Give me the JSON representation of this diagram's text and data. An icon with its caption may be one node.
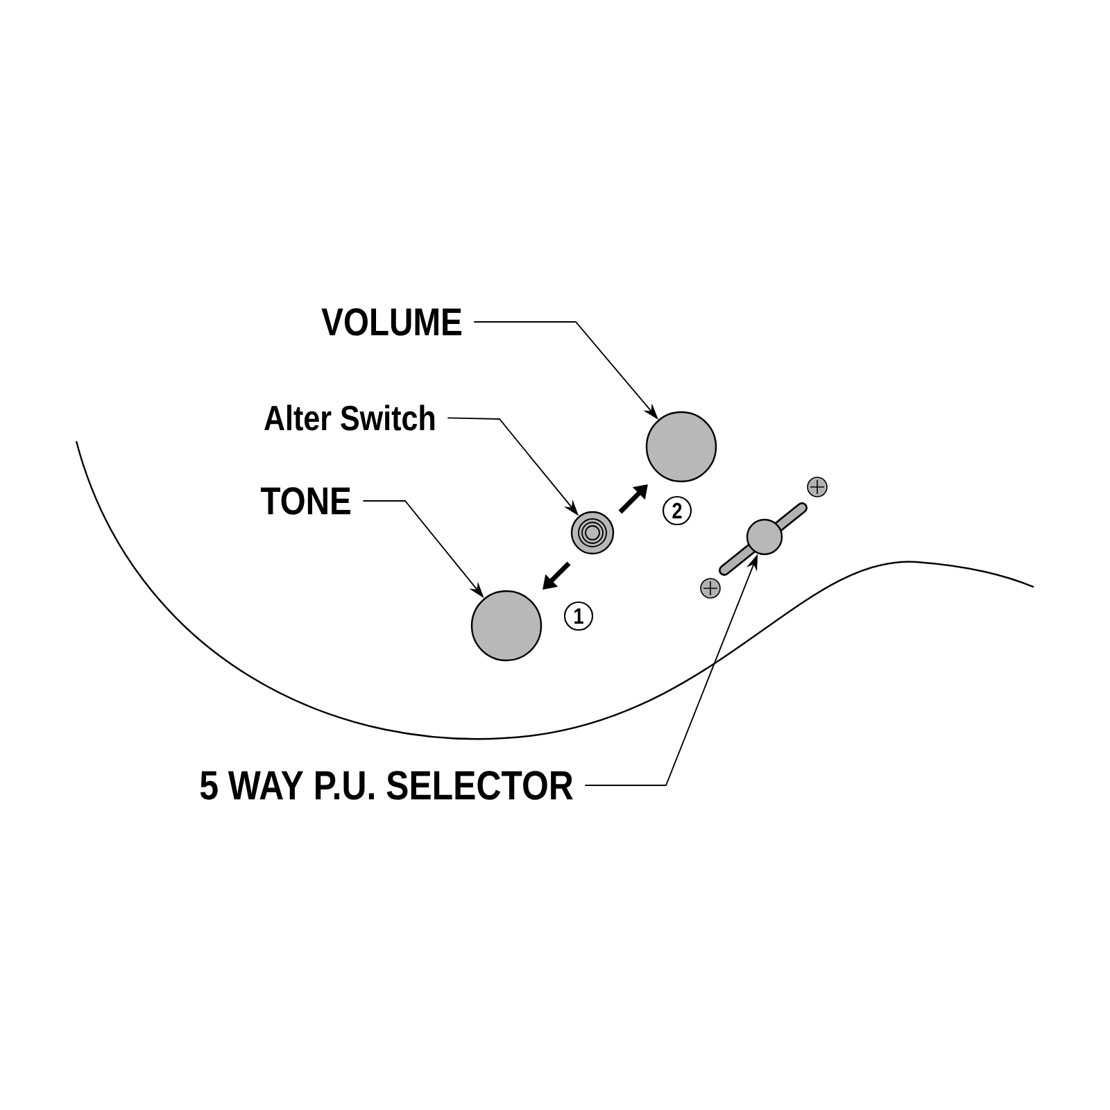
{
  "diagram": {
    "nodes": [
      {
        "text": [
          "VOLUME"
        ]
      },
      {
        "text": [
          "Alter Switch"
        ]
      },
      {
        "text": [
          "TONE"
        ]
      },
      {
        "text": [
          "5 WAY P.U. SELECTOR"
        ]
      },
      {
        "text": [],
        "shape": "circle"
      },
      {
        "text": [],
        "shape": "circle"
      },
      {
        "text": [],
        "shape": "circle"
      },
      {
        "text": [],
        "shape": "circle"
      }
    ],
    "edges": [
      {
        "from": 0,
        "to": 4,
        "arrow": "to"
      },
      {
        "from": 1,
        "to": 5,
        "arrow": "to"
      },
      {
        "from": 2,
        "to": 6,
        "arrow": "to"
      },
      {
        "from": 3,
        "to": 7,
        "arrow": "to"
      }
    ],
    "labels": [
      "2",
      "1"
    ]
  }
}
